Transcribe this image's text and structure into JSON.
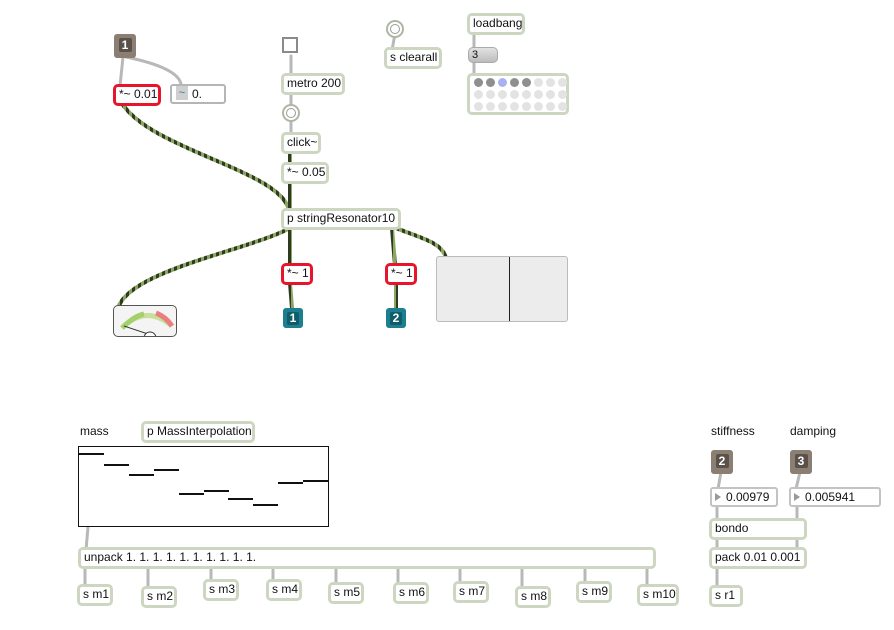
{
  "patch": {
    "objects": {
      "mul_amp": "*~ 0.01",
      "metro": "metro 200",
      "click": "click~",
      "mul_click": "*~ 0.05",
      "resonator": "p stringResonator10",
      "mul_left": "*~ 1",
      "mul_right": "*~ 1",
      "send_clearall": "s clearall",
      "loadbang": "loadbang",
      "mass_interp": "p MassInterpolation",
      "unpack": "unpack 1. 1. 1. 1. 1. 1. 1. 1. 1. 1.",
      "bondo": "bondo",
      "pack": "pack 0.01 0.001",
      "send_r1": "s r1",
      "sends": [
        "s m1",
        "s m2",
        "s m3",
        "s m4",
        "s m5",
        "s m6",
        "s m7",
        "s m8",
        "s m9",
        "s m10"
      ]
    },
    "inlets": {
      "in1": "1",
      "in2": "2",
      "in3": "3"
    },
    "outlets": {
      "out1": "1",
      "out2": "2"
    },
    "numbers": {
      "signal_display": "0.",
      "preset_value": "3",
      "stiffness_value": "0.00979",
      "damping_value": "0.005941"
    },
    "comments": {
      "mass": "mass",
      "stiffness": "stiffness",
      "damping": "damping"
    },
    "multislider_values": [
      0.93,
      0.78,
      0.66,
      0.72,
      0.42,
      0.46,
      0.36,
      0.28,
      0.56,
      0.58
    ],
    "matrix_state": {
      "rows": 3,
      "cols": 8,
      "active_cells": [
        0,
        1,
        3,
        4
      ],
      "highlighted_cell": 2
    },
    "colors": {
      "signal_border": "#e8142c",
      "box_border": "#cdd6c1",
      "inlet": "#8a7f72",
      "outlet": "#1b7f8f"
    }
  }
}
